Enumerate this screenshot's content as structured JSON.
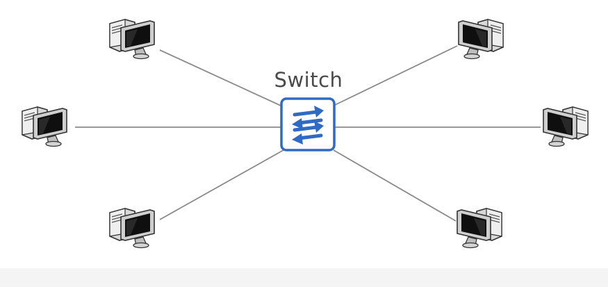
{
  "switch": {
    "label": "Switch",
    "icon": "switch-arrows-icon",
    "accent_color": "#2f6bc4"
  },
  "link_color": "#8a8a8a",
  "computers": [
    {
      "name": "computer-top-left",
      "icon": "desktop-computer-icon"
    },
    {
      "name": "computer-middle-left",
      "icon": "desktop-computer-icon"
    },
    {
      "name": "computer-bottom-left",
      "icon": "desktop-computer-icon"
    },
    {
      "name": "computer-top-right",
      "icon": "desktop-computer-icon"
    },
    {
      "name": "computer-middle-right",
      "icon": "desktop-computer-icon"
    },
    {
      "name": "computer-bottom-right",
      "icon": "desktop-computer-icon"
    }
  ]
}
